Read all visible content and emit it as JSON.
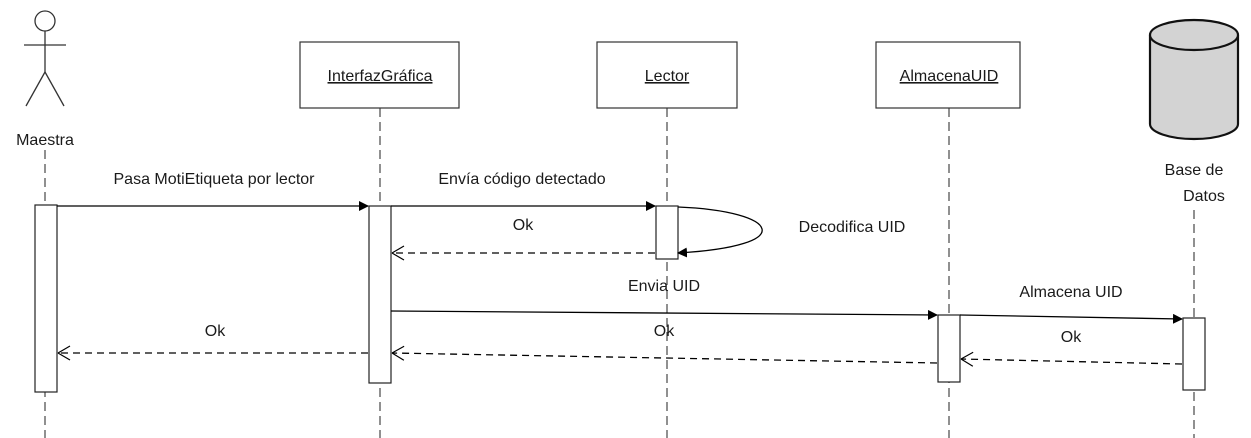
{
  "participants": {
    "actor": {
      "label": "Maestra"
    },
    "interfaz": {
      "label": "InterfazGráfica"
    },
    "lector": {
      "label": "Lector"
    },
    "almacena": {
      "label": "AlmacenaUID"
    },
    "database": {
      "label_line1": "Base de",
      "label_line2": "Datos"
    }
  },
  "messages": {
    "pasa": "Pasa MotiEtiqueta por lector",
    "envia_codigo": "Envía código detectado",
    "ok_lector": "Ok",
    "decodifica": "Decodifica UID",
    "envia_uid": "Envia UID",
    "almacena_uid": "Almacena UID",
    "ok_db": "Ok",
    "ok_almacena": "Ok",
    "ok_interfaz": "Ok"
  }
}
